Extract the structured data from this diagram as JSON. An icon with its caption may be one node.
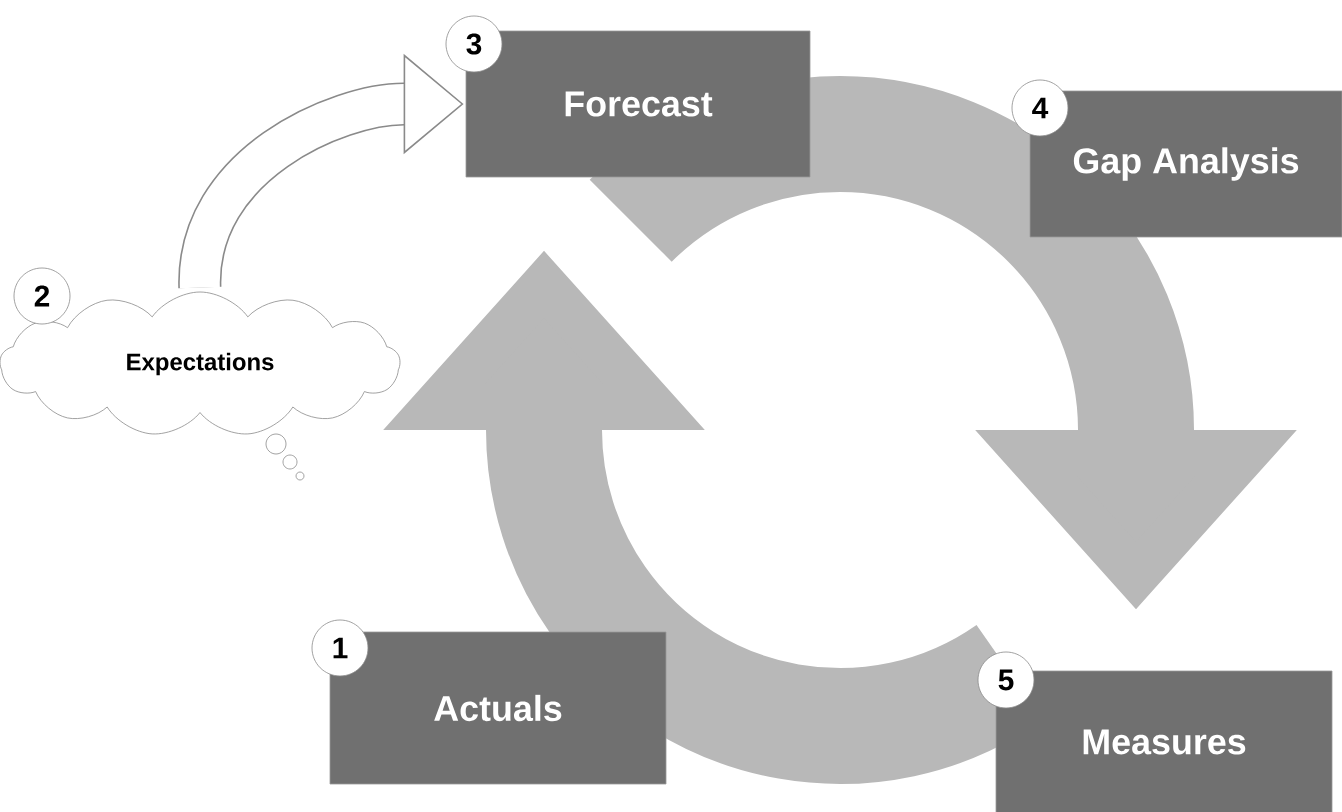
{
  "diagram": {
    "nodes": [
      {
        "text": [
          "1",
          "Actuals"
        ]
      },
      {
        "text": [
          "2",
          "Expectations"
        ]
      },
      {
        "text": [
          "3",
          "Forecast"
        ]
      },
      {
        "text": [
          "4",
          "Gap Analysis"
        ]
      },
      {
        "text": [
          "5",
          "Measures"
        ]
      }
    ],
    "edges": [
      {
        "from": 1,
        "to": 2,
        "arrow": "to"
      }
    ]
  }
}
